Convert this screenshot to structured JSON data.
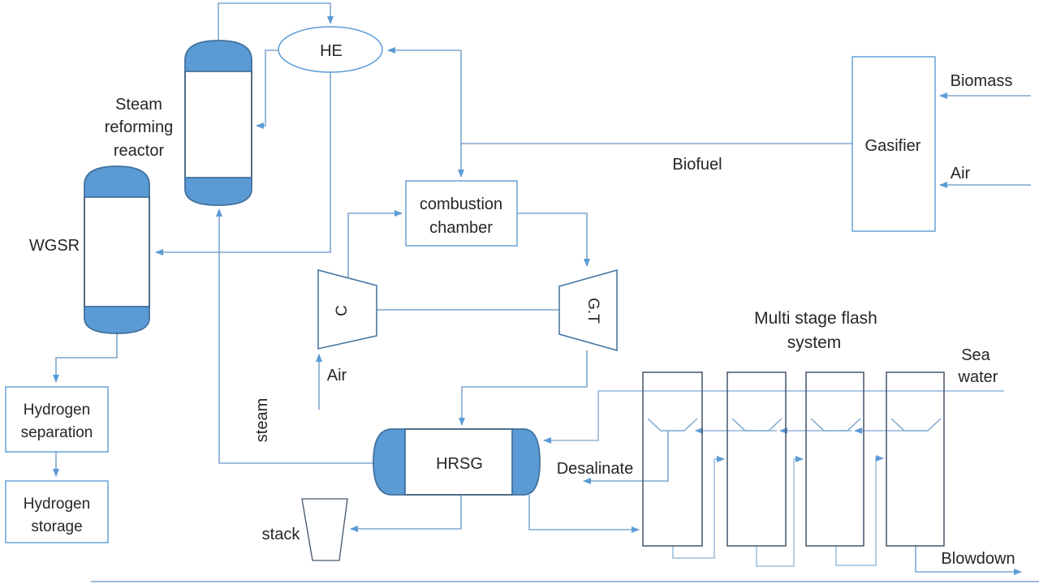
{
  "vessels": {
    "steam_reforming_reactor": {
      "label_lines": [
        "Steam",
        "reforming",
        "reactor"
      ]
    },
    "wgsr": {
      "label": "WGSR"
    },
    "hrsg": {
      "label": "HRSG"
    }
  },
  "units": {
    "heat_exchanger": {
      "label": "HE"
    },
    "gasifier": {
      "label": "Gasifier"
    },
    "combustion_chamber": {
      "label_lines": [
        "combustion",
        "chamber"
      ]
    },
    "compressor": {
      "label": "C"
    },
    "gas_turbine": {
      "label": "G.T"
    },
    "hydrogen_separation": {
      "label_lines": [
        "Hydrogen",
        "separation"
      ]
    },
    "hydrogen_storage": {
      "label_lines": [
        "Hydrogen",
        "storage"
      ]
    },
    "stack": {
      "label": "stack"
    },
    "multi_stage_flash": {
      "title_lines": [
        "Multi stage flash",
        "system"
      ],
      "stage_count": 4
    }
  },
  "streams": {
    "biomass": {
      "label": "Biomass"
    },
    "gasifier_air": {
      "label": "Air"
    },
    "biofuel": {
      "label": "Biofuel"
    },
    "compressor_air": {
      "label": "Air"
    },
    "steam": {
      "label": "steam"
    },
    "sea_water": {
      "label_lines": [
        "Sea",
        "water"
      ]
    },
    "desalinate": {
      "label": "Desalinate"
    },
    "blowdown": {
      "label": "Blowdown"
    }
  },
  "colors": {
    "connector": "#7ea6d0",
    "connector_light": "#a8c6e2",
    "arrowhead": "#5b9bd5",
    "vessel_cap_fill": "#5b9bd5",
    "vessel_cap_stroke": "#41719c",
    "vessel_body_stroke": "#3e5c76",
    "box_stroke": "#5b9bd5",
    "stage_stroke": "#44546a",
    "text": "#262626",
    "background": "#ffffff"
  }
}
